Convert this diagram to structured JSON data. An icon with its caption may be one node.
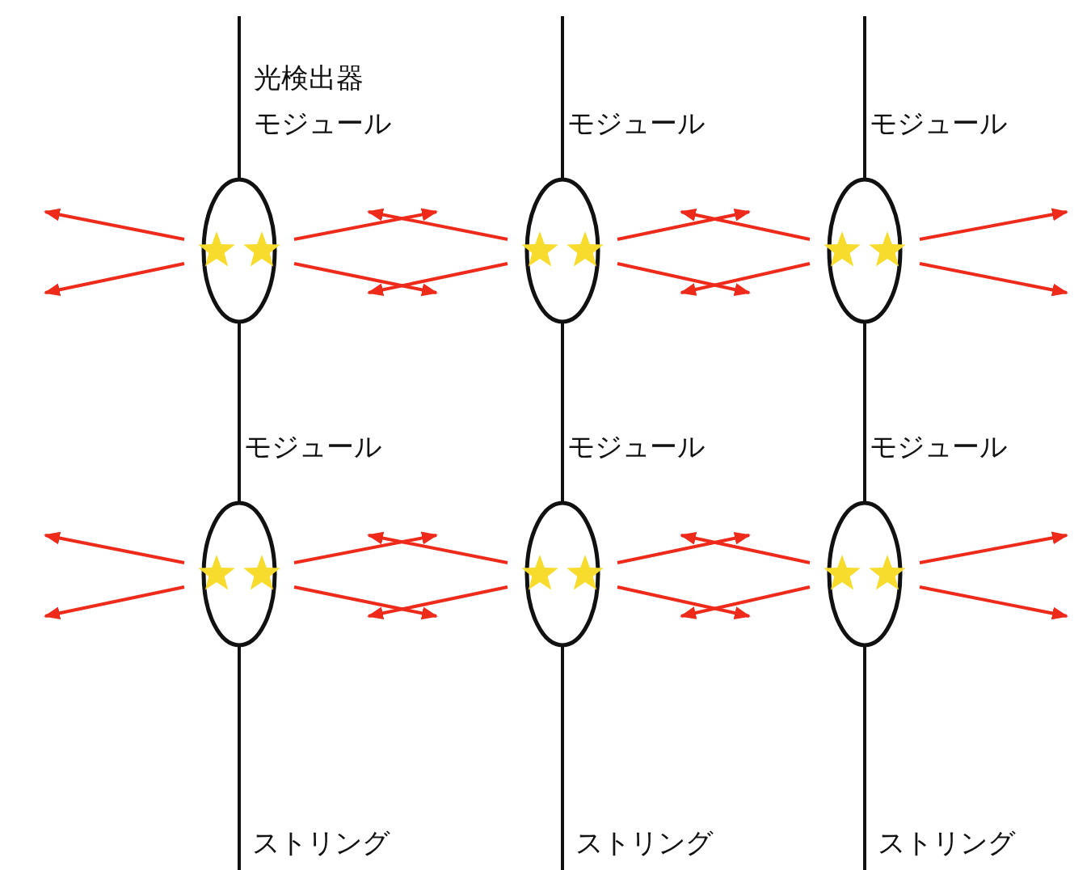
{
  "diagram": {
    "nodes": [
      {
        "text": [
          "光検出器",
          "モジュール"
        ]
      },
      {
        "text": [
          "モジュール"
        ]
      },
      {
        "text": [
          "モジュール"
        ]
      },
      {
        "text": [
          "モジュール"
        ]
      },
      {
        "text": [
          "モジュール"
        ]
      },
      {
        "text": [
          "モジュール"
        ]
      }
    ],
    "edges": [
      {
        "from": 0,
        "to": null,
        "arrow": "to"
      },
      {
        "from": 0,
        "to": null,
        "arrow": "to"
      },
      {
        "from": 0,
        "to": null,
        "arrow": "to"
      },
      {
        "from": 0,
        "to": null,
        "arrow": "to"
      },
      {
        "from": 1,
        "to": null,
        "arrow": "to"
      },
      {
        "from": 1,
        "to": null,
        "arrow": "to"
      },
      {
        "from": 1,
        "to": null,
        "arrow": "to"
      },
      {
        "from": 1,
        "to": null,
        "arrow": "to"
      },
      {
        "from": 2,
        "to": null,
        "arrow": "to"
      },
      {
        "from": 2,
        "to": null,
        "arrow": "to"
      },
      {
        "from": 2,
        "to": null,
        "arrow": "to"
      },
      {
        "from": 2,
        "to": null,
        "arrow": "to"
      },
      {
        "from": 3,
        "to": null,
        "arrow": "to"
      },
      {
        "from": 3,
        "to": null,
        "arrow": "to"
      },
      {
        "from": 3,
        "to": null,
        "arrow": "to"
      },
      {
        "from": 3,
        "to": null,
        "arrow": "to"
      },
      {
        "from": 4,
        "to": null,
        "arrow": "to"
      },
      {
        "from": 4,
        "to": null,
        "arrow": "to"
      },
      {
        "from": 4,
        "to": null,
        "arrow": "to"
      },
      {
        "from": 4,
        "to": null,
        "arrow": "to"
      },
      {
        "from": 5,
        "to": null,
        "arrow": "to"
      },
      {
        "from": 5,
        "to": null,
        "arrow": "to"
      },
      {
        "from": 5,
        "to": null,
        "arrow": "to"
      },
      {
        "from": 5,
        "to": null,
        "arrow": "to"
      }
    ],
    "labels": [
      "ストリング",
      "ストリング",
      "ストリング"
    ]
  }
}
